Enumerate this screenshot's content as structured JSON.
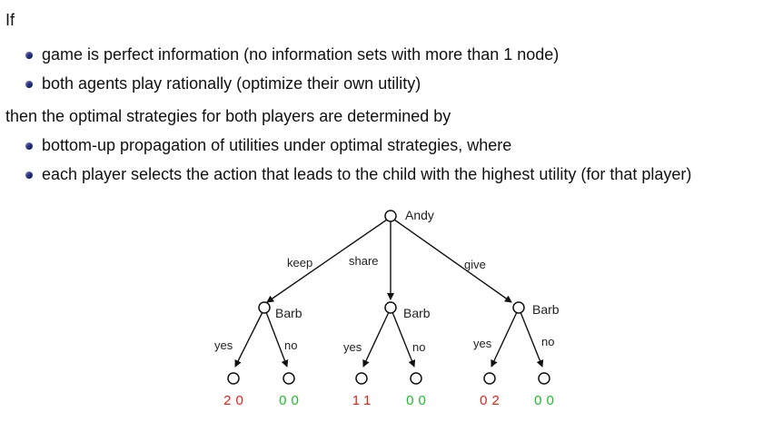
{
  "text": {
    "intro": "If",
    "conditions": [
      "game is perfect information (no information sets with more than 1 node)",
      "both agents play rationally (optimize their own utility)"
    ],
    "conclusion": "then the optimal strategies for both players are determined by",
    "methods": [
      "bottom-up propagation of utilities under optimal strategies, where",
      "each player selects the action that leads to the child with the highest utility (for that player)"
    ]
  },
  "tree": {
    "root_label": "Andy",
    "actions": [
      "keep",
      "share",
      "give"
    ],
    "child_label": "Barb",
    "responses": [
      "yes",
      "no"
    ],
    "payoffs": [
      [
        "2",
        "0"
      ],
      [
        "0",
        "0"
      ],
      [
        "1",
        "1"
      ],
      [
        "0",
        "0"
      ],
      [
        "0",
        "2"
      ],
      [
        "0",
        "0"
      ]
    ],
    "colors": {
      "accepted_payoff": "#e0231d",
      "rejected_payoff": "#1bbf2a",
      "arrow": "#111111",
      "bullet": "#1f2f8a"
    }
  }
}
